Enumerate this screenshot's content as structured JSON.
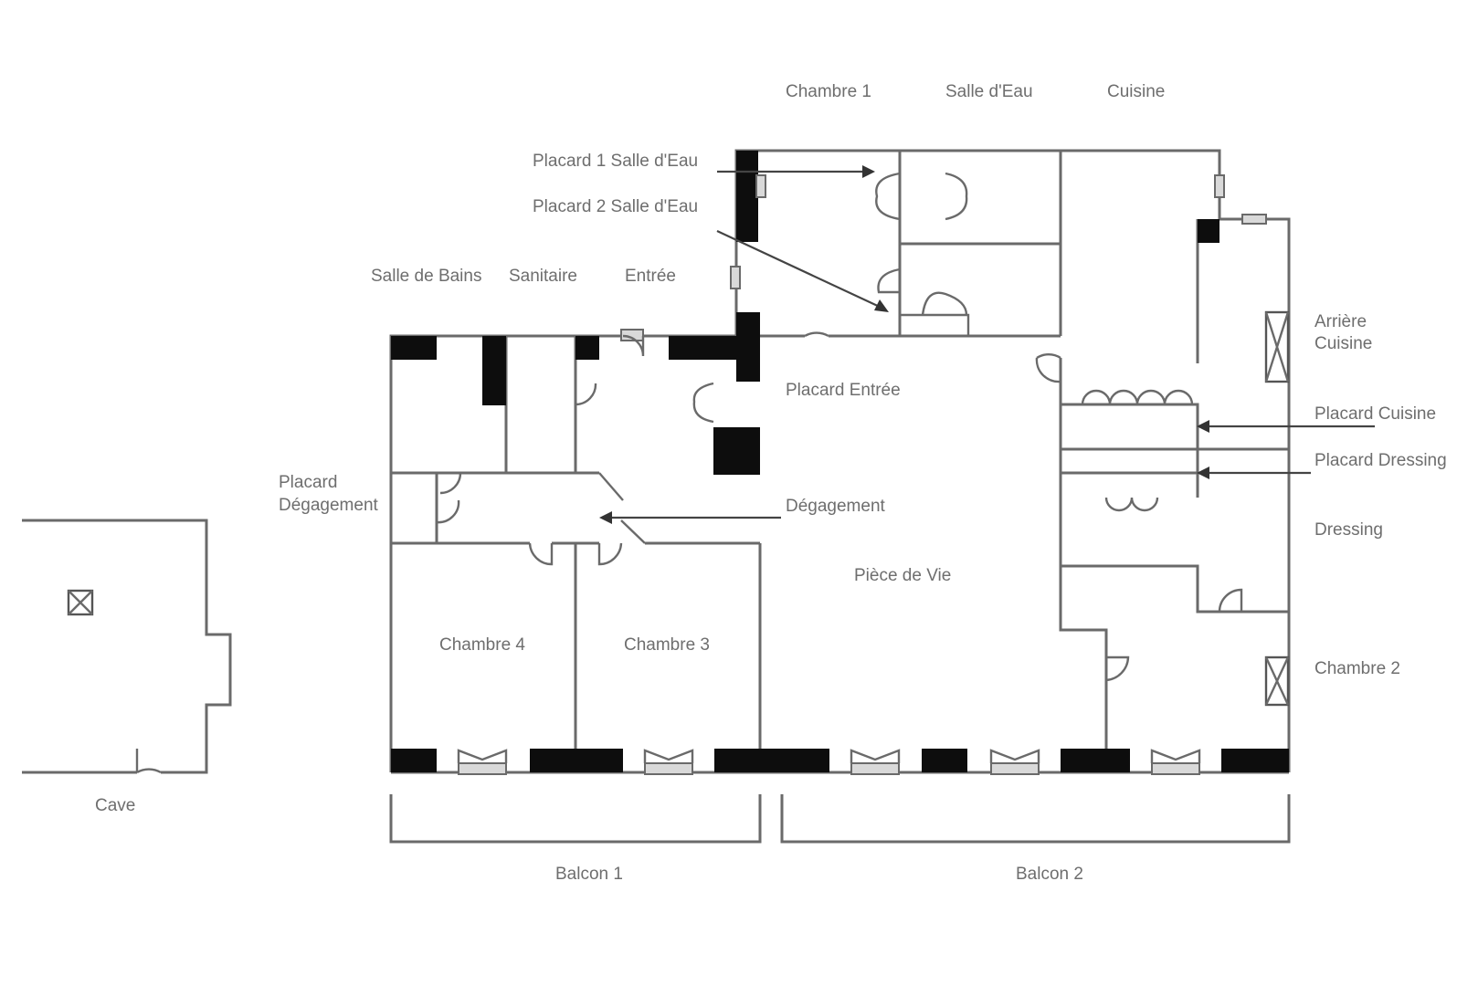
{
  "labels": {
    "chambre1": "Chambre 1",
    "salle_eau": "Salle d'Eau",
    "cuisine": "Cuisine",
    "placard1_salle_eau": "Placard 1 Salle d'Eau",
    "placard2_salle_eau": "Placard 2 Salle d'Eau",
    "salle_de_bains": "Salle de Bains",
    "sanitaire": "Sanitaire",
    "entree": "Entrée",
    "arriere_cuisine_l1": "Arrière",
    "arriere_cuisine_l2": "Cuisine",
    "placard_entree": "Placard Entrée",
    "placard_cuisine": "Placard Cuisine",
    "placard_dressing": "Placard Dressing",
    "placard_degagement_l1": "Placard",
    "placard_degagement_l2": "Dégagement",
    "degagement": "Dégagement",
    "dressing": "Dressing",
    "piece_de_vie": "Pièce de Vie",
    "chambre4": "Chambre 4",
    "chambre3": "Chambre 3",
    "chambre2": "Chambre 2",
    "cave": "Cave",
    "balcon1": "Balcon 1",
    "balcon2": "Balcon 2"
  },
  "colors": {
    "wall": "#6a6a6a",
    "pillar": "#0d0d0d",
    "window_fill": "#d9d9d9",
    "label": "#6e6e6e",
    "background": "#ffffff"
  }
}
